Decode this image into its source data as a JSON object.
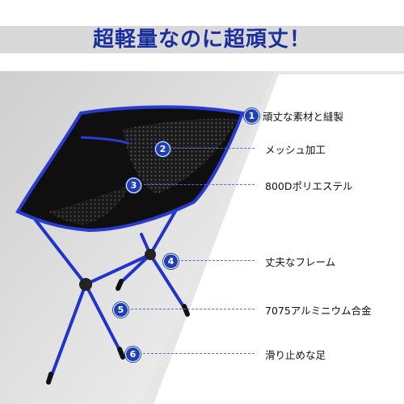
{
  "banner": {
    "title": "超軽量なのに超頑丈！"
  },
  "colors": {
    "accent": "#1f3fb2",
    "title": "#1b2f9e",
    "banner_bg": "#d9d9d9",
    "frame": "#2233c9",
    "seat": "#0f0f0f"
  },
  "features": [
    {
      "num": "1",
      "label": "頑丈な素材と縫製"
    },
    {
      "num": "2",
      "label": "メッシュ加工"
    },
    {
      "num": "3",
      "label": "800Dポリエステル"
    },
    {
      "num": "4",
      "label": "丈夫なフレーム"
    },
    {
      "num": "5",
      "label": "7075アルミニウム合金"
    },
    {
      "num": "6",
      "label": "滑り止めな足"
    }
  ]
}
